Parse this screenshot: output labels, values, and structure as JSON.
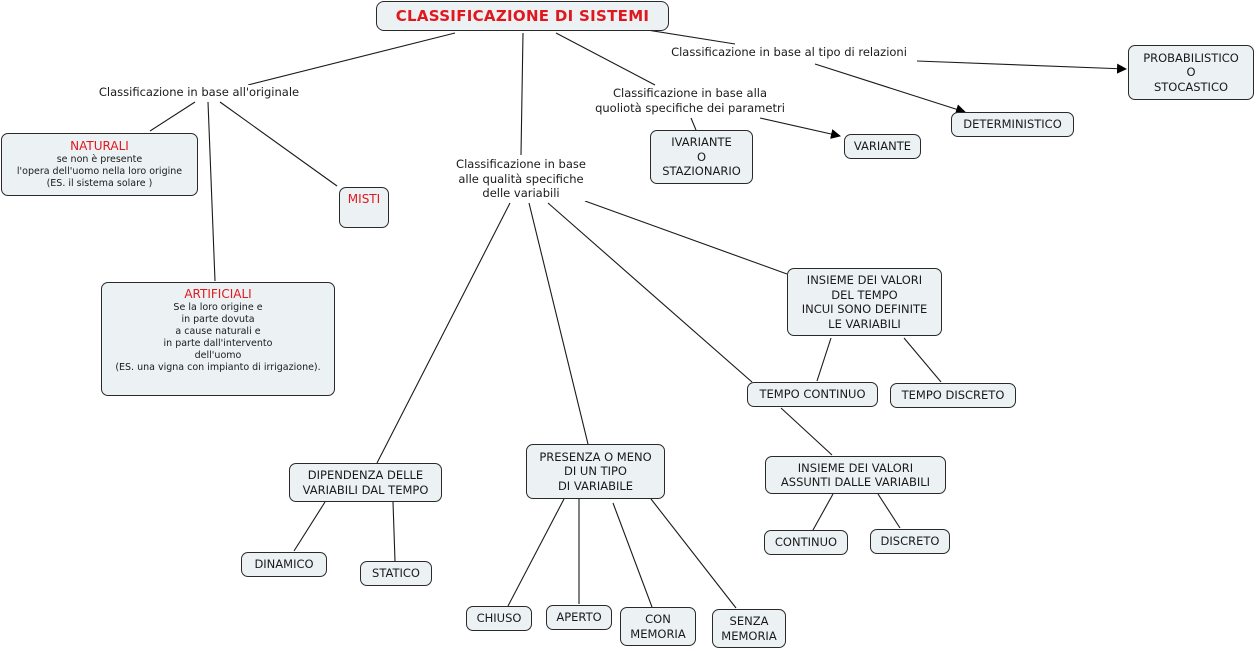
{
  "title": "CLASSIFICAZIONE DI SISTEMI",
  "colors": {
    "accent": "#e0171e",
    "node_fill": "#ecf2f4",
    "border": "#2a2a2a"
  },
  "labels": {
    "originale": "Classificazione in base all'originale",
    "variabili": "Classificazione in base\nalle qualità specifiche\ndelle variabili",
    "parametri": "Classificazione in base alla\nquoliotà specifiche dei parametri",
    "relazioni": "Classificazione in base al tipo di relazioni"
  },
  "nodes": {
    "naturali": {
      "heading": "NATURALI",
      "body": "se non è presente\nl'opera dell'uomo nella loro origine\n(ES. il sistema solare )"
    },
    "misti": {
      "heading": "MISTI"
    },
    "artificiali": {
      "heading": "ARTIFICIALI",
      "body": "Se la loro origine e\nin parte dovuta\na cause naturali e\nin parte dall'intervento\ndell'uomo\n(ES. una vigna con impianto di irrigazione)."
    },
    "ivariante": "IVARIANTE\nO\nSTAZIONARIO",
    "variante": "VARIANTE",
    "deterministico": "DETERMINISTICO",
    "probabilistico": "PROBABILISTICO\nO\nSTOCASTICO",
    "insieme_tempo": "INSIEME DEI VALORI\nDEL TEMPO\nINCUI SONO DEFINITE\nLE VARIABILI",
    "tempo_continuo": "TEMPO CONTINUO",
    "tempo_discreto": "TEMPO DISCRETO",
    "insieme_assunti": "INSIEME DEI VALORI\nASSUNTI DALLE VARIABILI",
    "continuo": "CONTINUO",
    "discreto": "DISCRETO",
    "dipendenza": "DIPENDENZA DELLE\nVARIABILI DAL TEMPO",
    "dinamico": "DINAMICO",
    "statico": "STATICO",
    "presenza": "PRESENZA O MENO\nDI UN TIPO\nDI VARIABILE",
    "chiuso": "CHIUSO",
    "aperto": "APERTO",
    "con_memoria": "CON\nMEMORIA",
    "senza_memoria": "SENZA\nMEMORIA"
  }
}
